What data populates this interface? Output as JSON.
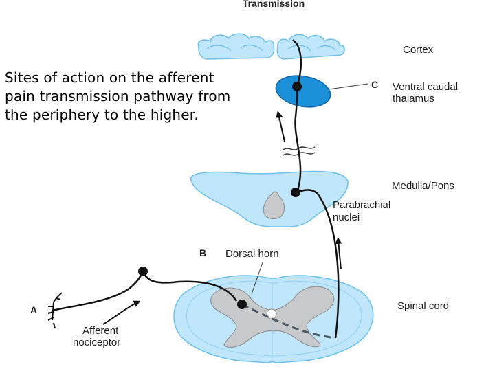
{
  "title": "Transmission",
  "caption": "Sites of action on the afferent pain transmission pathway from the periphery to the higher.",
  "labels": {
    "cortex": "Cortex",
    "thalamus_line1": "Ventral caudal",
    "thalamus_line2": "thalamus",
    "medulla": "Medulla/Pons",
    "parabrachial_line1": "Parabrachial",
    "parabrachial_line2": "nuclei",
    "dorsal_horn": "Dorsal horn",
    "spinal_cord": "Spinal cord",
    "afferent_line1": "Afferent",
    "afferent_line2": "nociceptor"
  },
  "markers": {
    "a": "A",
    "b": "B",
    "c": "C"
  },
  "colors": {
    "tissue_fill": "#bfe6fa",
    "tissue_stroke": "#6cc0ec",
    "thalamus_fill": "#1b8fd8",
    "grey_matter": "#c8c9cb",
    "neuron": "#111111",
    "dashed_path": "#4a5868"
  }
}
